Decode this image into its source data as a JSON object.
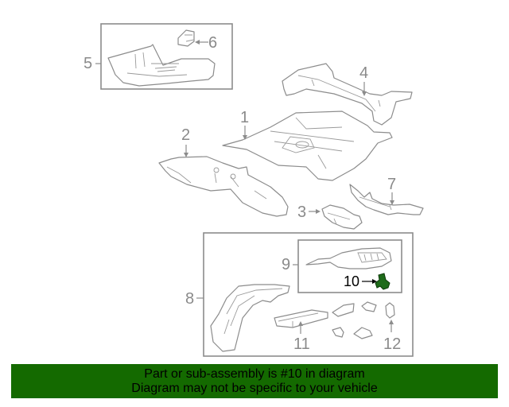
{
  "diagram": {
    "callouts": [
      {
        "id": "1",
        "label": "1"
      },
      {
        "id": "2",
        "label": "2"
      },
      {
        "id": "3",
        "label": "3"
      },
      {
        "id": "4",
        "label": "4"
      },
      {
        "id": "5",
        "label": "5"
      },
      {
        "id": "6",
        "label": "6"
      },
      {
        "id": "7",
        "label": "7"
      },
      {
        "id": "8",
        "label": "8"
      },
      {
        "id": "9",
        "label": "9"
      },
      {
        "id": "10",
        "label": "10",
        "highlighted": true
      },
      {
        "id": "11",
        "label": "11"
      },
      {
        "id": "12",
        "label": "12"
      }
    ],
    "highlight_color": "#1e6b1a",
    "line_color": "#8c8c8c"
  },
  "banner": {
    "line1": "Part or sub-assembly is #10 in diagram",
    "line2": "Diagram may not be specific to your vehicle",
    "background": "#146a00"
  }
}
